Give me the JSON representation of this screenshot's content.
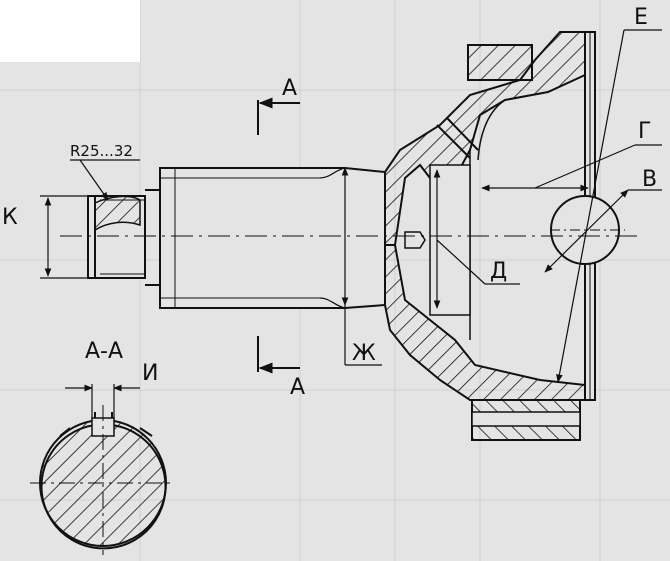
{
  "labels": {
    "section_mark_top": "А",
    "section_mark_bottom": "А",
    "radius_note": "R25...32",
    "dim_k": "К",
    "section_title": "А-А",
    "dim_i": "И",
    "dim_e": "Е",
    "dim_g": "Г",
    "dim_v": "В",
    "dim_d": "Д",
    "dim_zh": "Ж"
  },
  "colors": {
    "ink": "#111111",
    "paper": "#e4e4e4",
    "label_box": "#ffffff"
  }
}
